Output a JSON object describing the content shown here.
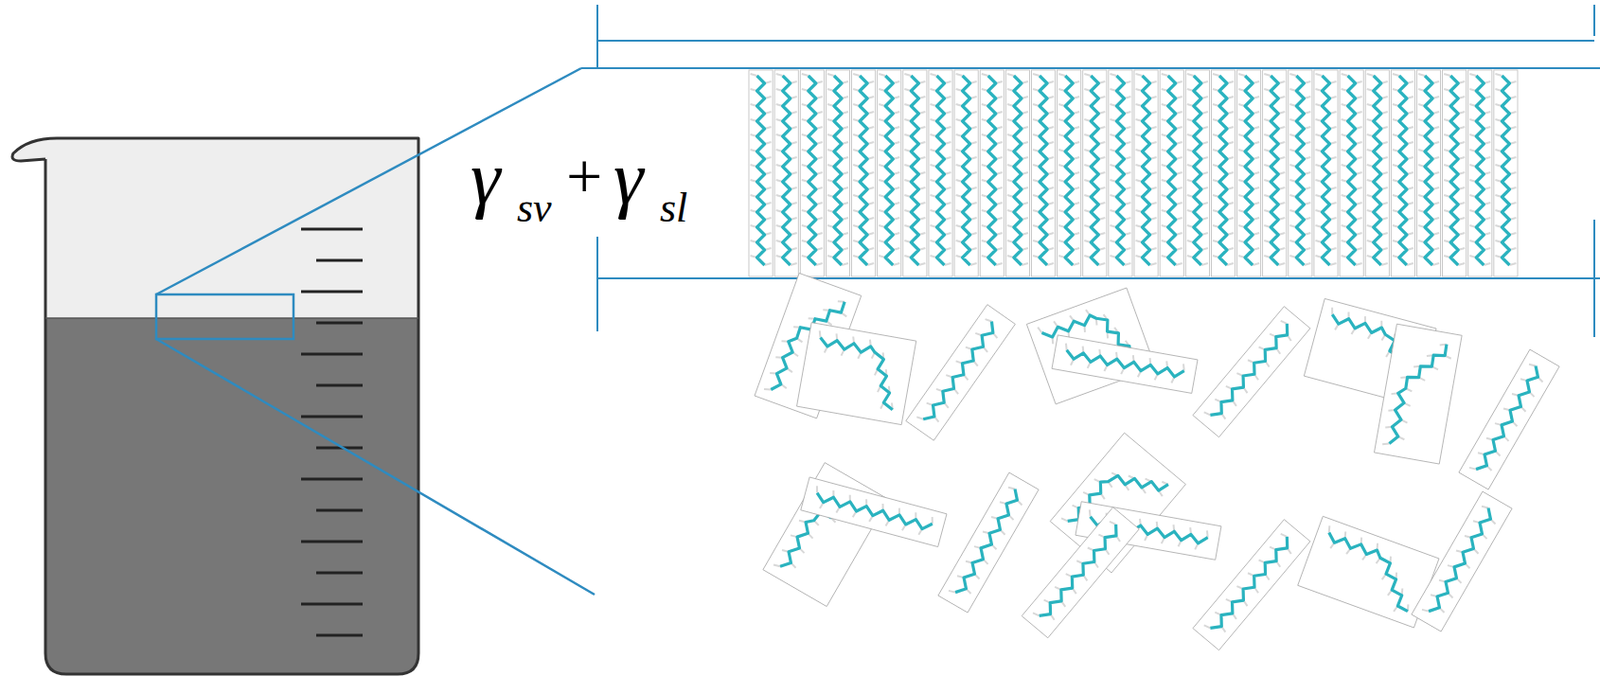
{
  "diagram": {
    "labels": [
      "γ",
      "sv",
      "+",
      "γ",
      "sl"
    ]
  }
}
